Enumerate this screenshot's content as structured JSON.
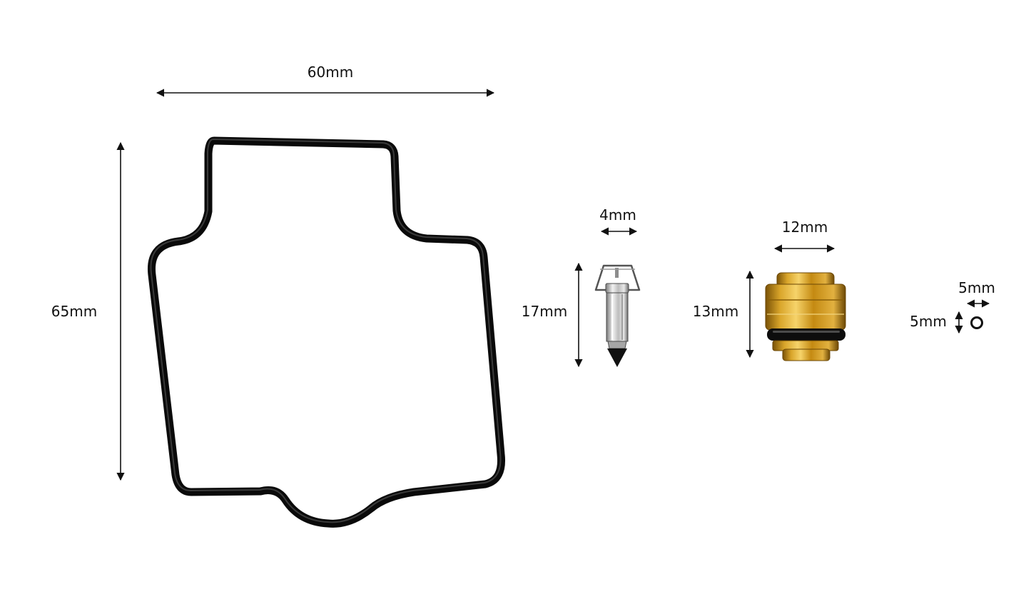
{
  "parts": {
    "float_bowl_gasket": {
      "width_label": "60mm",
      "height_label": "65mm"
    },
    "needle_valve": {
      "width_label": "4mm",
      "height_label": "17mm"
    },
    "valve_seat": {
      "width_label": "12mm",
      "height_label": "13mm"
    },
    "small_o_ring": {
      "width_label": "5mm",
      "height_label": "5mm"
    }
  },
  "colors": {
    "gasket": "#0a0a0a",
    "brass": "#c8951a",
    "steel": "#b9b9b9",
    "dimension_lines": "#111111"
  }
}
